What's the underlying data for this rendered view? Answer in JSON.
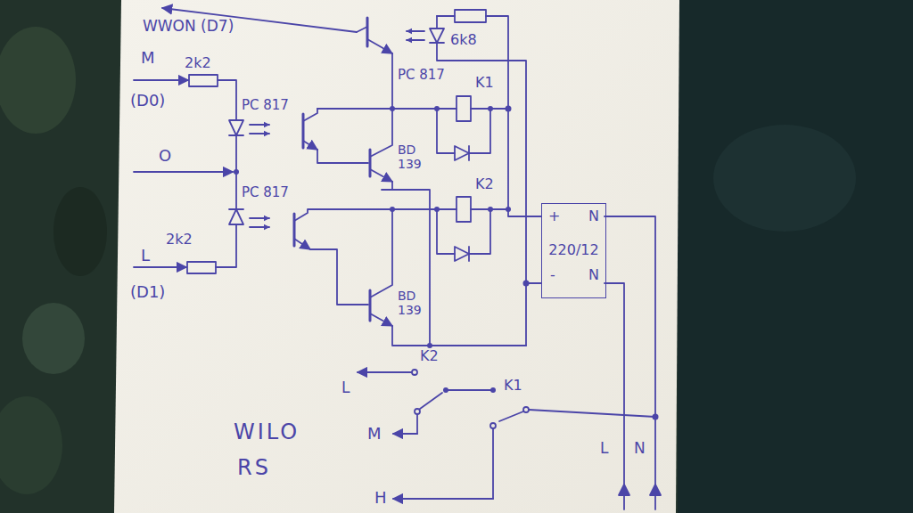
{
  "diagram": {
    "nodes": [
      {
        "text": [
          "+",
          "N",
          "220/12",
          "-",
          "N"
        ]
      }
    ],
    "labels": [
      "WWON (D7)",
      "M",
      "2k2",
      "(D0)",
      "PC 817",
      "6k8",
      "PC 817",
      "K1",
      "BD 139",
      "O",
      "PC 817",
      "K2",
      "L",
      "2k2",
      "(D1)",
      "BD 139",
      "L",
      "K2",
      "K1",
      "M",
      "WILO",
      "RS",
      "H",
      "L",
      "N"
    ]
  }
}
